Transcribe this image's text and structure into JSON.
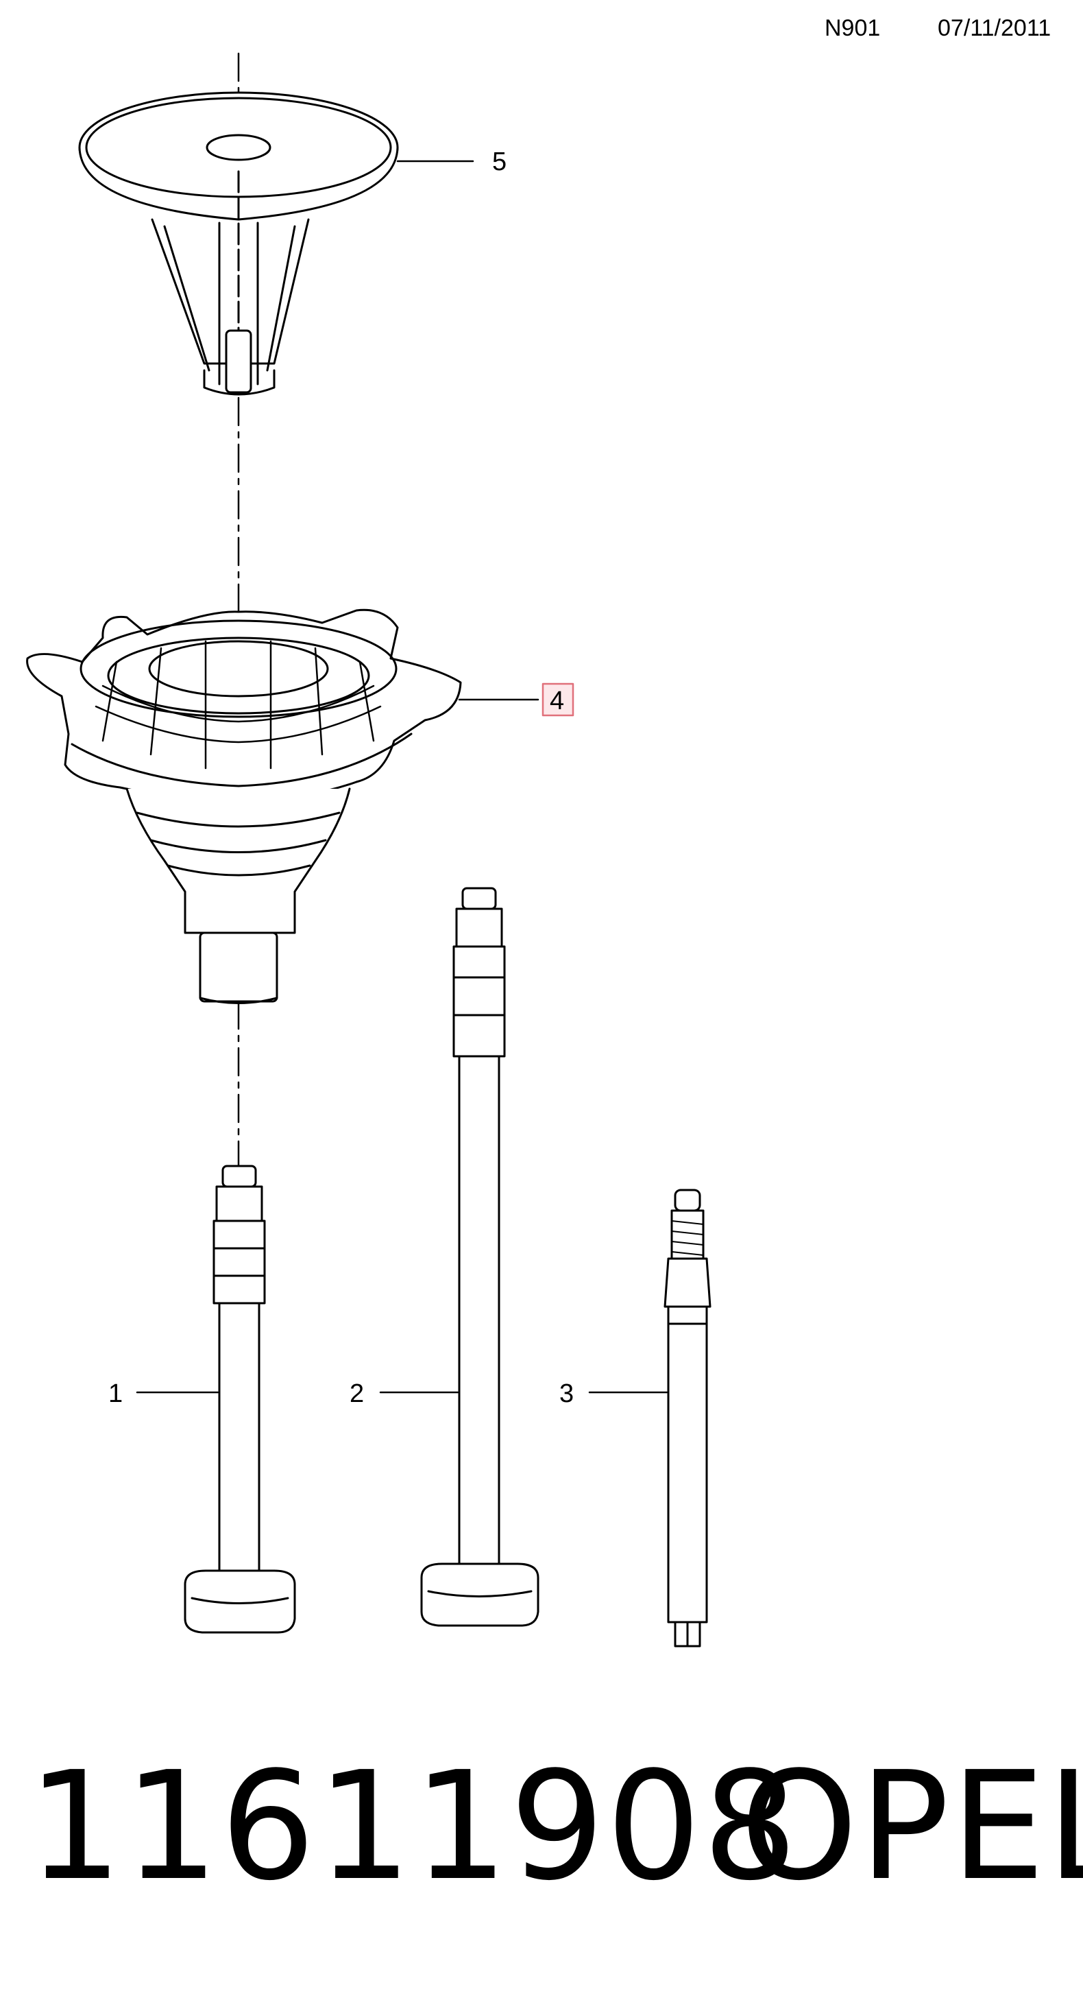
{
  "header": {
    "code": "N901",
    "date": "07/11/2011"
  },
  "callouts": [
    {
      "label": "1",
      "highlighted": false
    },
    {
      "label": "2",
      "highlighted": false
    },
    {
      "label": "3",
      "highlighted": false
    },
    {
      "label": "4",
      "highlighted": true
    },
    {
      "label": "5",
      "highlighted": false
    }
  ],
  "footer": {
    "part_number": "11611908",
    "brand": "OPEL"
  },
  "colors": {
    "line": "#000000",
    "highlight_border": "#e0707a",
    "highlight_fill": "#fde8ea"
  }
}
